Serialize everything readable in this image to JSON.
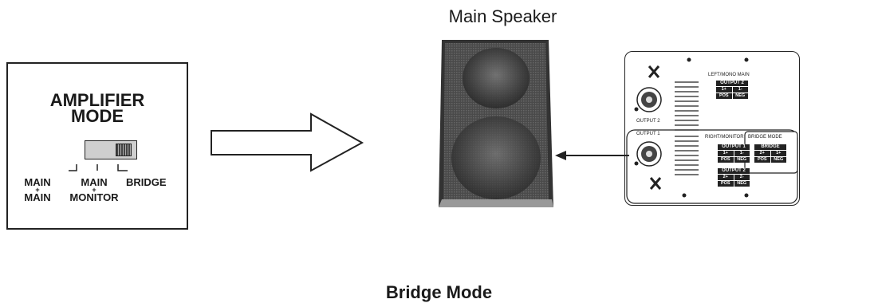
{
  "title": "Main Speaker",
  "caption": "Bridge Mode",
  "amplifier": {
    "title_line1": "AMPLIFIER",
    "title_line2": "MODE",
    "modes": {
      "main_main": [
        "MAIN",
        "+",
        "MAIN"
      ],
      "main_monitor": [
        "MAIN",
        "+",
        "MONITOR"
      ],
      "bridge": "BRIDGE"
    }
  },
  "back_panel": {
    "left_mono_main": "LEFT/MONO MAIN",
    "output2_label": "OUTPUT 2",
    "output1_label": "OUTPUT 1",
    "right_monitor": "RIGHT/MONITOR",
    "bridge_mode": "BRIDGE MODE",
    "table_output2_top": {
      "header": "OUTPUT 2",
      "cells": [
        "1+",
        "1-"
      ],
      "foot": [
        "POS",
        "NEG"
      ]
    },
    "table_output1": {
      "header": "OUTPUT 1",
      "cells": [
        "1+",
        "1-"
      ],
      "foot": [
        "POS",
        "NEG"
      ]
    },
    "table_output2_bottom": {
      "header": "OUTPUT 2",
      "cells": [
        "2+",
        "2-"
      ],
      "foot": [
        "POS",
        "NEG"
      ]
    },
    "table_bridge": {
      "header": "BRIDGE",
      "cells": [
        "2+",
        "1+"
      ],
      "foot": [
        "POS",
        "NEG"
      ]
    }
  }
}
